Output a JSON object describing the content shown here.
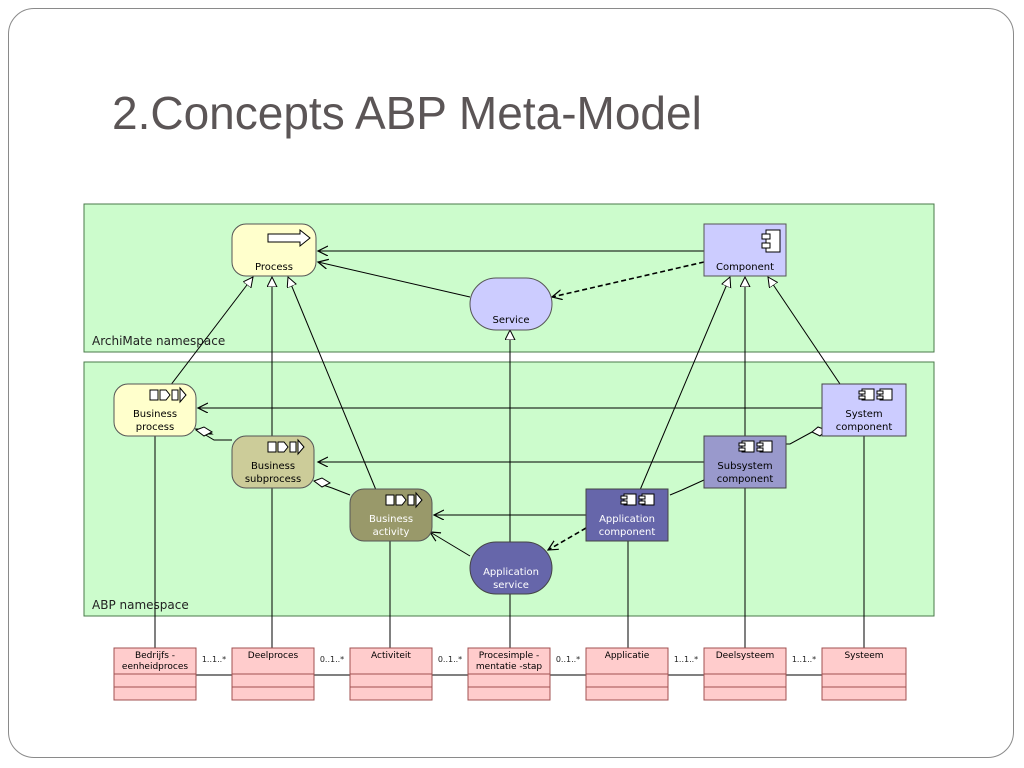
{
  "slide": {
    "title": "2.Concepts ABP Meta-Model"
  },
  "namespaces": {
    "archimate": "ArchiMate namespace",
    "abp": "ABP namespace"
  },
  "nodes": {
    "process": "Process",
    "component": "Component",
    "service": "Service",
    "business_process": [
      "Business",
      "process"
    ],
    "business_subprocess": [
      "Business",
      "subprocess"
    ],
    "business_activity": [
      "Business",
      "activity"
    ],
    "application_service": [
      "Application",
      "service"
    ],
    "application_component": [
      "Application",
      "component"
    ],
    "subsystem_component": [
      "Subsystem",
      "component"
    ],
    "system_component": [
      "System",
      "component"
    ]
  },
  "tables": {
    "bedrijfs": [
      "Bedrijfs -",
      "eenheidproces"
    ],
    "deelproces": "Deelproces",
    "activiteit": "Activiteit",
    "procesimplementatie": [
      "Procesimple -",
      "mentatie -stap"
    ],
    "applicatie": "Applicatie",
    "deelsysteem": "Deelsysteem",
    "systeem": "Systeem"
  },
  "multiplicities": {
    "m1": "1..1..*",
    "m2": "0..1..*",
    "m3": "0..1..*",
    "m4": "0..1..*",
    "m5": "1..1..*",
    "m6": "1..1..*"
  },
  "colors": {
    "namespace_fill": "#ccfccc",
    "namespace_stroke": "#4a7a4a",
    "process_fill": "#ffffcc",
    "subprocess_fill": "#cccc99",
    "activity_fill": "#99996a",
    "app_service_fill": "#6666aa",
    "service_fill": "#ccccff",
    "component_fill": "#ccccff",
    "subsystem_fill": "#9999cc",
    "app_component_fill": "#6666aa",
    "table_fill": "#ffcccc",
    "table_stroke": "#a05050"
  }
}
